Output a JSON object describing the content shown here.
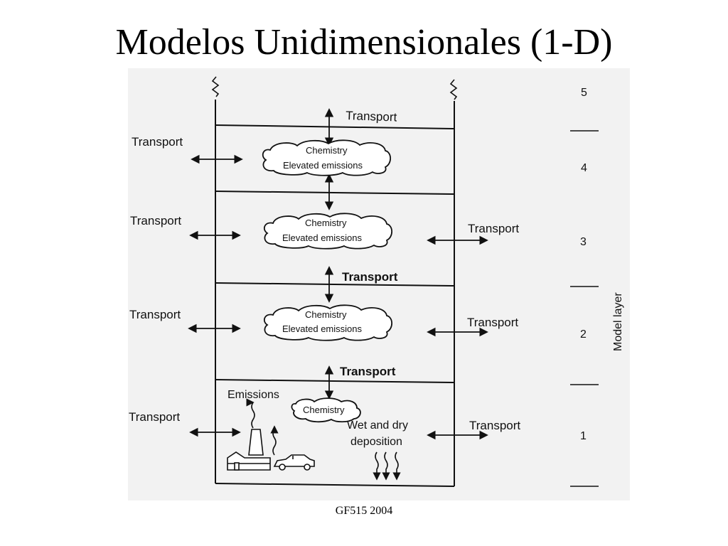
{
  "title": "Modelos Unidimensionales (1-D)",
  "footer": "GF515 2004",
  "diagram": {
    "transport_label": "Transport",
    "chemistry_label": "Chemistry",
    "elevated_emissions_label": "Elevated emissions",
    "emissions_label": "Emissions",
    "deposition_line1": "Wet and dry",
    "deposition_line2": "deposition",
    "axis_label": "Model layer",
    "layer_numbers": [
      "5",
      "4",
      "3",
      "2",
      "1"
    ]
  }
}
